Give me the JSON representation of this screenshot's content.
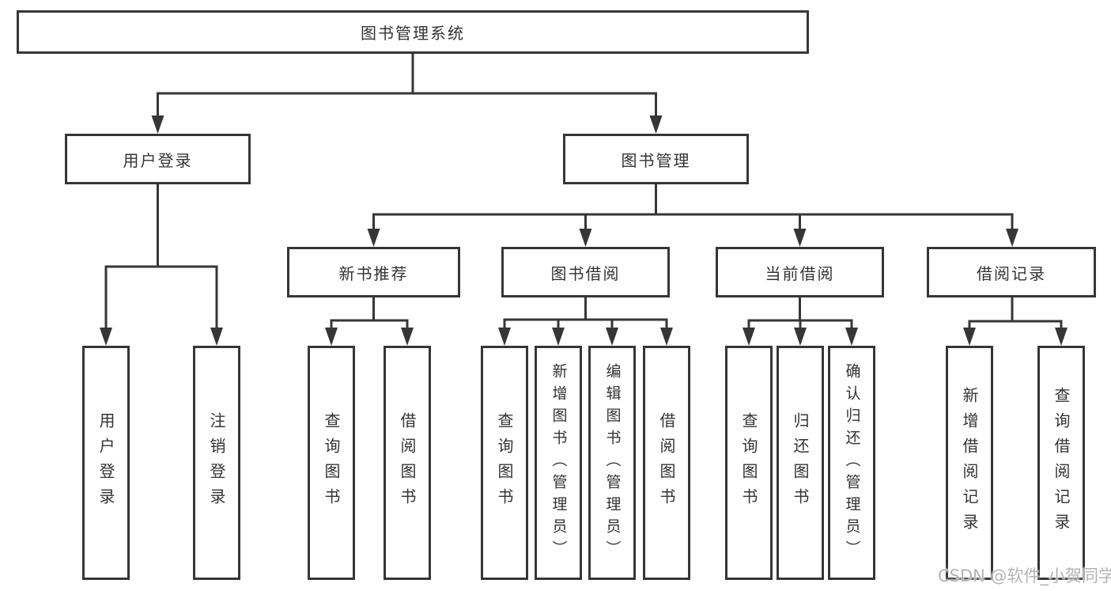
{
  "colors": {
    "line": "#363636",
    "text": "#333333",
    "background": "#ffffff",
    "watermark": "#b3b3b3"
  },
  "root": {
    "label": "图书管理系统"
  },
  "level1": [
    {
      "label": "用户登录"
    },
    {
      "label": "图书管理"
    }
  ],
  "level2": [
    {
      "label": "新书推荐",
      "parent": "图书管理"
    },
    {
      "label": "图书借阅",
      "parent": "图书管理"
    },
    {
      "label": "当前借阅",
      "parent": "图书管理"
    },
    {
      "label": "借阅记录",
      "parent": "图书管理"
    }
  ],
  "leaves": [
    {
      "label": "用户登录",
      "parent": "用户登录"
    },
    {
      "label": "注销登录",
      "parent": "用户登录"
    },
    {
      "label": "查询图书",
      "parent": "新书推荐"
    },
    {
      "label": "借阅图书",
      "parent": "新书推荐"
    },
    {
      "label": "查询图书",
      "parent": "图书借阅"
    },
    {
      "label": "新增图书（管理员）",
      "parent": "图书借阅"
    },
    {
      "label": "编辑图书（管理员）",
      "parent": "图书借阅"
    },
    {
      "label": "借阅图书",
      "parent": "图书借阅"
    },
    {
      "label": "查询图书",
      "parent": "当前借阅"
    },
    {
      "label": "归还图书",
      "parent": "当前借阅"
    },
    {
      "label": "确认归还（管理员）",
      "parent": "当前借阅"
    },
    {
      "label": "新增借阅记录",
      "parent": "借阅记录"
    },
    {
      "label": "查询借阅记录",
      "parent": "借阅记录"
    }
  ],
  "watermark": "CSDN @软件_小贺同学"
}
